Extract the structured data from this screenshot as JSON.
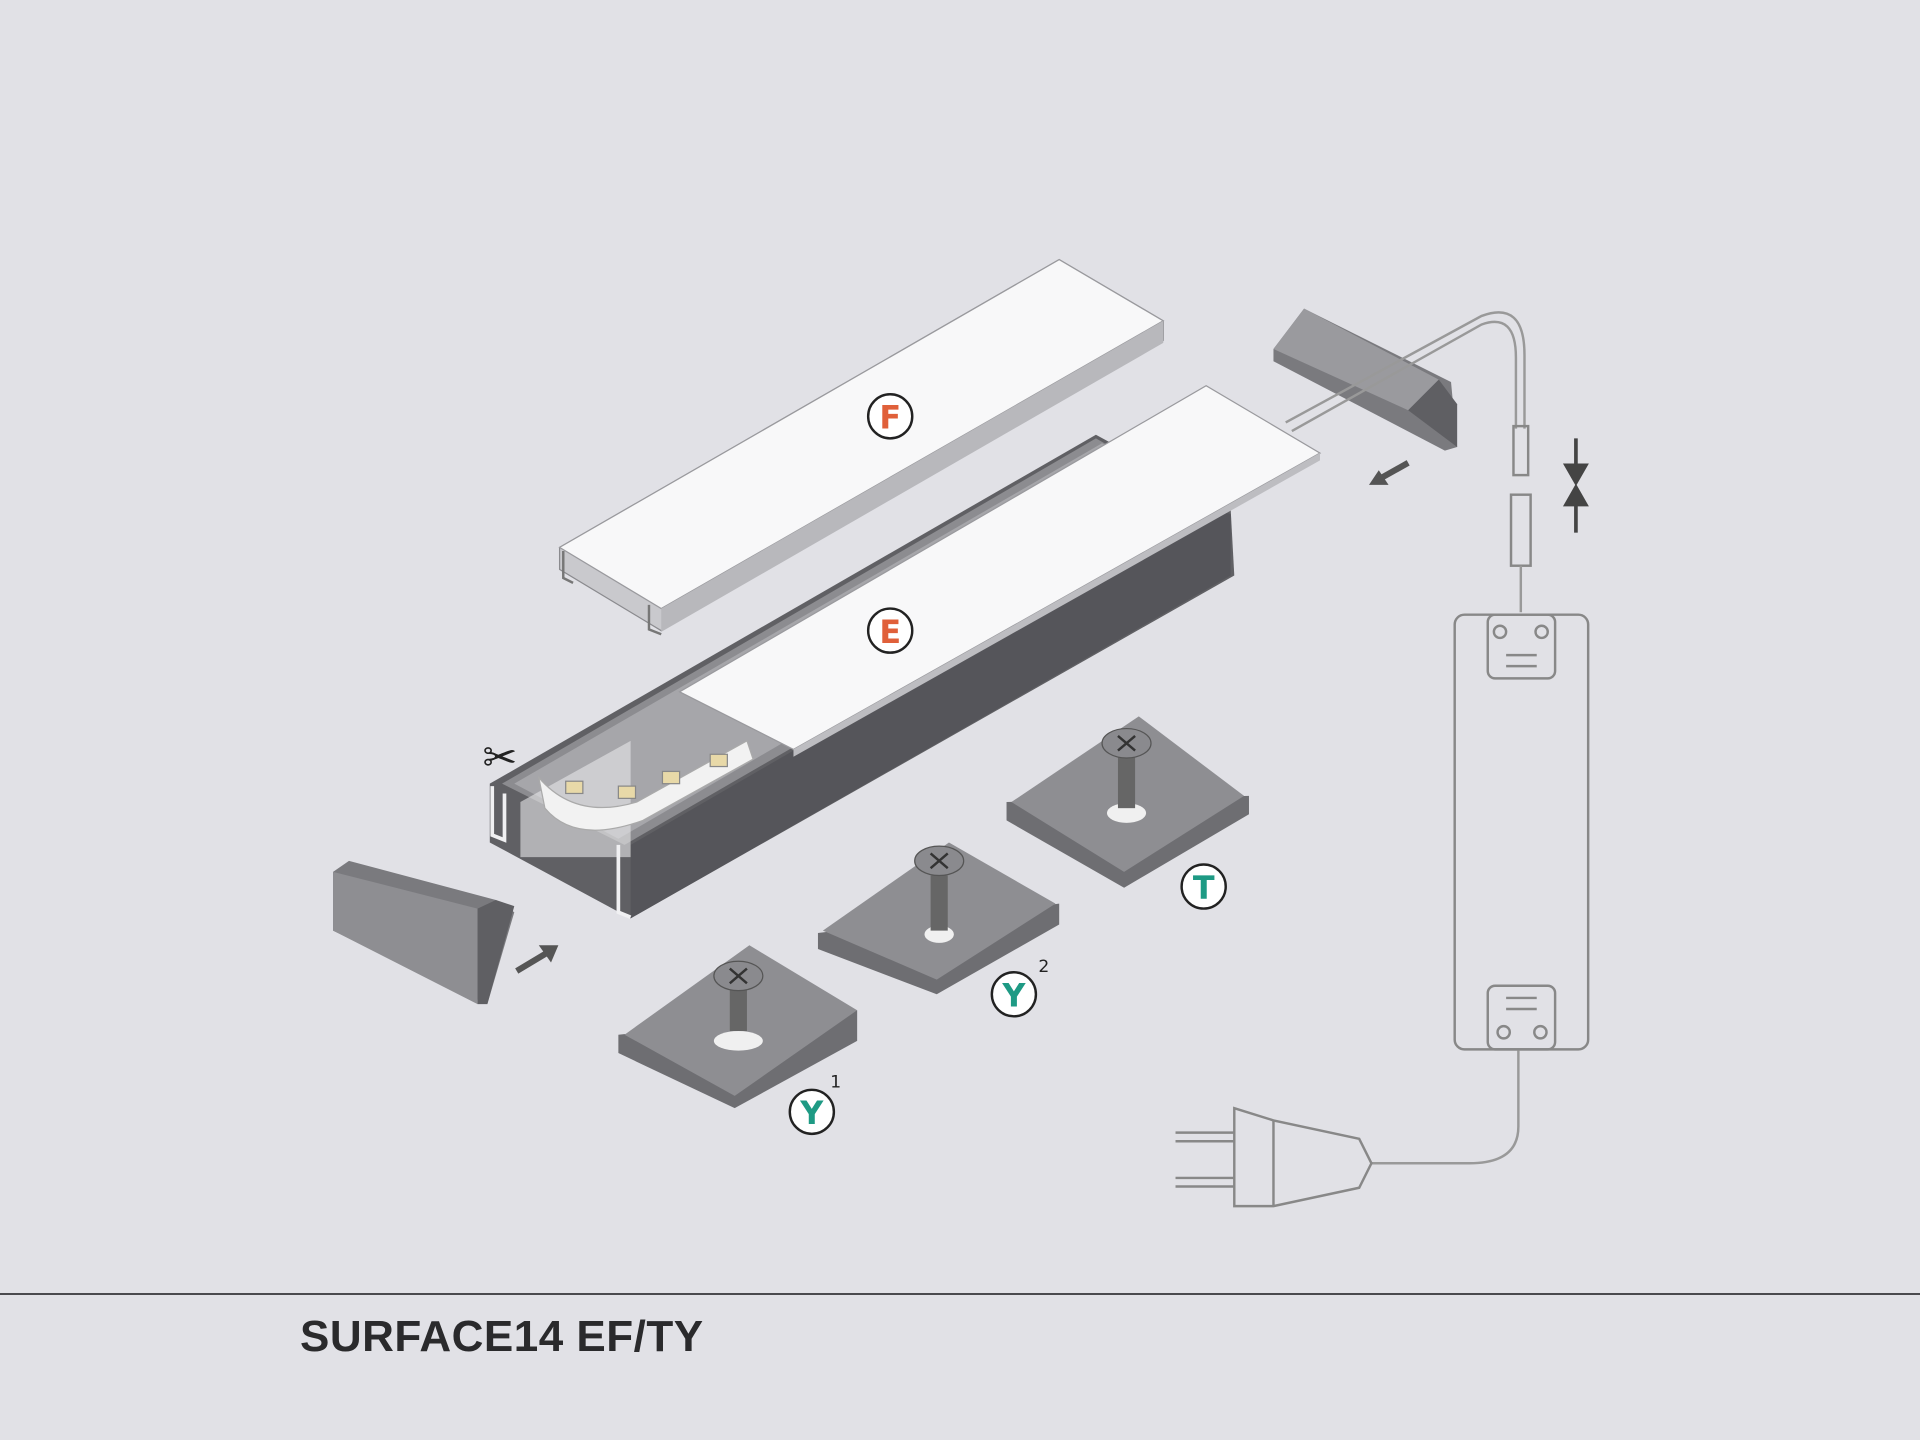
{
  "title": "SURFACE14 EF/TY",
  "labels": {
    "cover": "F",
    "diffuser": "E",
    "clip_t": "T",
    "clip_y1": "Y",
    "clip_y1_sup": "1",
    "clip_y2": "Y",
    "clip_y2_sup": "2"
  },
  "colors": {
    "background": "#e1e1e6",
    "label_orange": "#e0603a",
    "label_teal": "#1e9a84",
    "profile_dark": "#5e5e62"
  }
}
